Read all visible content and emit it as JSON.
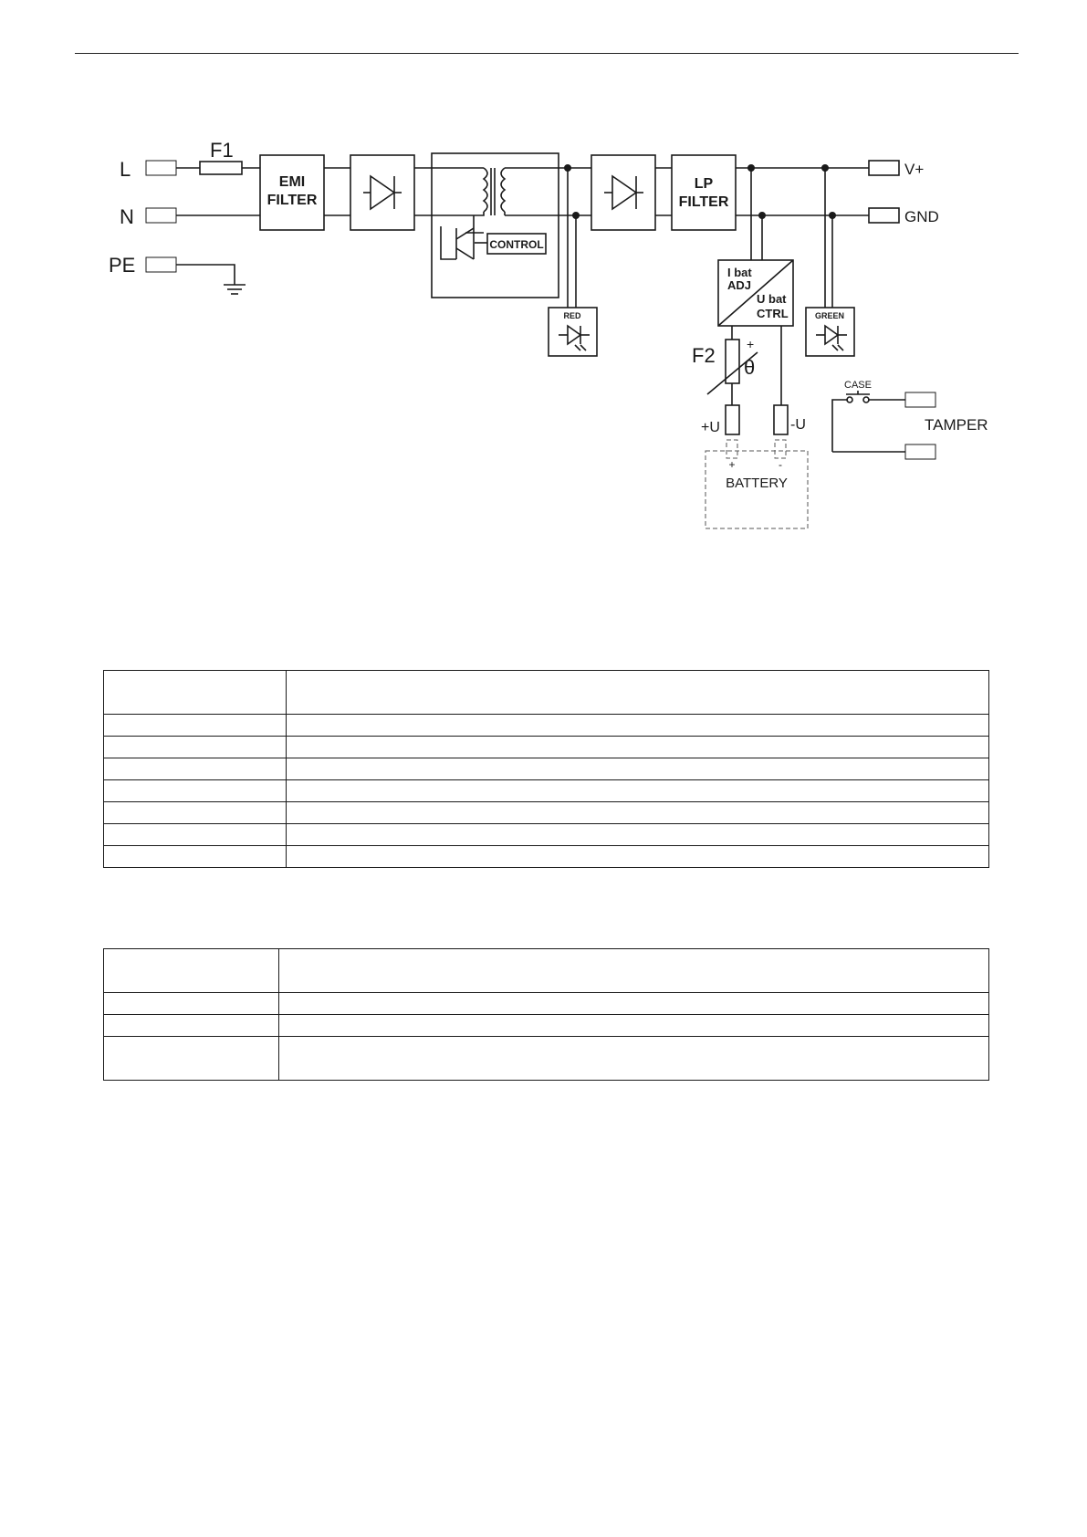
{
  "diagram": {
    "input_terminals": [
      "L",
      "N",
      "PE"
    ],
    "fuse_1": "F1",
    "emi_filter": [
      "EMI",
      "FILTER"
    ],
    "control": "CONTROL",
    "lp_filter": [
      "LP",
      "FILTER"
    ],
    "output_terminals": [
      "V+",
      "GND"
    ],
    "led_red": "RED",
    "led_green": "GREEN",
    "charger_in": [
      "I bat",
      "ADJ"
    ],
    "charger_out": [
      "U bat",
      "CTRL"
    ],
    "fuse_2": "F2",
    "fuse_2_plus": "+",
    "theta": "θ",
    "battery_plus_terminal": "+U",
    "battery_minus_terminal": "-U",
    "battery_plus": "+",
    "battery_minus": "-",
    "battery": "BATTERY",
    "case": "CASE",
    "tamper": "TAMPER"
  },
  "table_1": {
    "rows": [
      [
        "",
        ""
      ],
      [
        "",
        ""
      ],
      [
        "",
        ""
      ],
      [
        "",
        ""
      ],
      [
        "",
        ""
      ],
      [
        "",
        ""
      ],
      [
        "",
        ""
      ],
      [
        "",
        ""
      ]
    ]
  },
  "table_2": {
    "rows": [
      [
        "",
        ""
      ],
      [
        "",
        ""
      ],
      [
        "",
        ""
      ],
      [
        "",
        ""
      ]
    ]
  }
}
